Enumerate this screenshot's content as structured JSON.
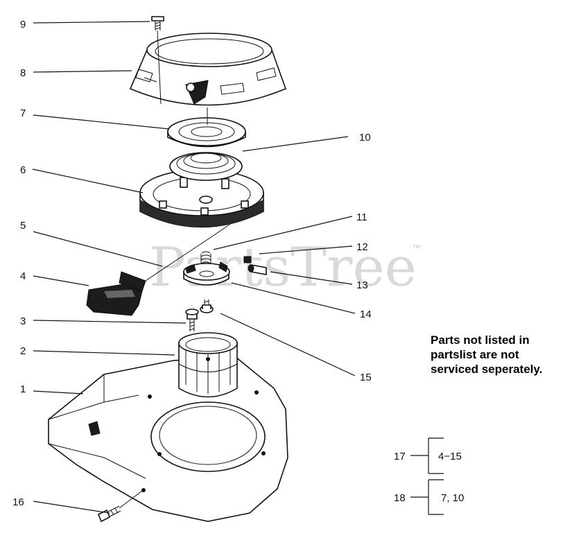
{
  "watermark": {
    "text": "PartsTree",
    "tm": "™"
  },
  "note": "Parts not listed in partslist are not serviced seperately.",
  "callouts": {
    "c1": "1",
    "c2": "2",
    "c3": "3",
    "c4": "4",
    "c5": "5",
    "c6": "6",
    "c7": "7",
    "c8": "8",
    "c9": "9",
    "c10": "10",
    "c11": "11",
    "c12": "12",
    "c13": "13",
    "c14": "14",
    "c15": "15",
    "c16": "16"
  },
  "kits": [
    {
      "number": "17",
      "contents": "4−15"
    },
    {
      "number": "18",
      "contents": "7, 10"
    }
  ]
}
